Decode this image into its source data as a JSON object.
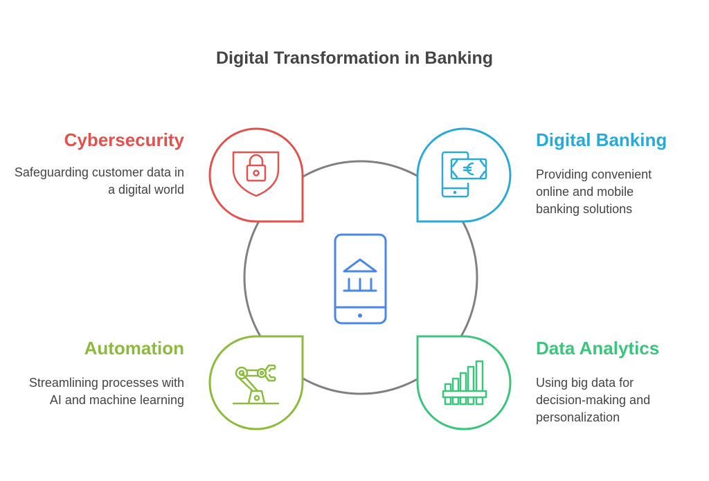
{
  "title": "Digital Transformation in Banking",
  "colors": {
    "cyber": "#e0524e",
    "digital": "#29a9d8",
    "automation": "#8cba3c",
    "analytics": "#3cc47c",
    "center": "#4a86e8",
    "ring": "#808080"
  },
  "items": [
    {
      "heading": "Cybersecurity",
      "description": "Safeguarding customer data in a digital world",
      "icon": "shield-lock-icon"
    },
    {
      "heading": "Digital Banking",
      "description": "Providing convenient online and mobile banking solutions",
      "icon": "phone-euro-icon"
    },
    {
      "heading": "Automation",
      "description": "Streamlining processes with AI and machine learning",
      "icon": "robot-arm-icon"
    },
    {
      "heading": "Data Analytics",
      "description": "Using big data for decision-making and personalization",
      "icon": "bar-chart-icon"
    }
  ],
  "center_icon": "mobile-bank-icon"
}
